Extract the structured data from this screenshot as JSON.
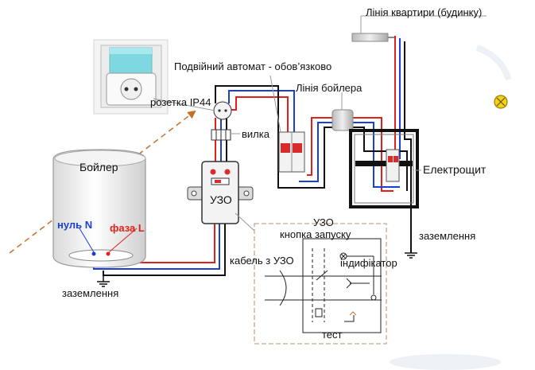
{
  "labels": {
    "apartment_line": "Лінія квартири (будинку)",
    "double_breaker": "Подвійний автомат - обов’язково",
    "boiler_line": "Лінія бойлера",
    "socket": "розетка IP44",
    "plug": "вилка",
    "boiler": "Бойлер",
    "neutral": "нуль N",
    "phase": "фаза L",
    "ground_left": "заземлення",
    "ground_right": "заземлення",
    "rcd": "УЗО",
    "rcd_detail_title": "УЗО",
    "start_button": "кнопка запуску",
    "indicator": "індифікатор",
    "rcd_cable": "кабель з УЗО",
    "test": "тест",
    "panel": "Електрощит"
  },
  "colors": {
    "phase_wire": "#e0201b",
    "neutral_wire": "#1a3fd6",
    "ground_wire": "#111111",
    "arrow": "#c8702a",
    "lamp": "#f3d21a",
    "socket_cover": "#7fd8e0"
  },
  "icons": {
    "lamp": "lamp-icon",
    "ground": "ground-icon",
    "breaker": "circuit-breaker-icon",
    "rcd": "rcd-icon"
  }
}
